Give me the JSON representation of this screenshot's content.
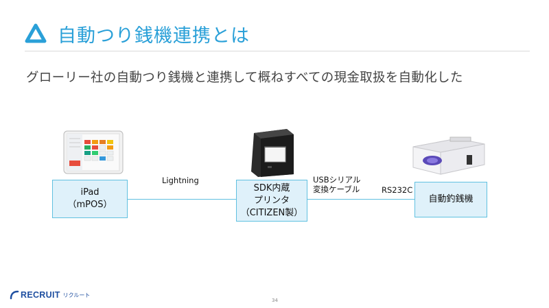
{
  "slide": {
    "title": "自動つり銭機連携とは",
    "subtitle": "グローリー社の自動つり銭機と連携して概ねすべての現金取扱を自動化した",
    "page_number": "34"
  },
  "diagram": {
    "ipad": {
      "line1": "iPad",
      "line2": "（mPOS）"
    },
    "printer": {
      "line1": "SDK内蔵",
      "line2": "プリンタ",
      "line3": "（CITIZEN製）"
    },
    "machine": {
      "label": "自動釣銭機"
    },
    "connections": {
      "lightning": "Lightning",
      "usb_line1": "USBシリアル",
      "usb_line2": "変換ケーブル",
      "rs232c": "RS232C"
    }
  },
  "footer": {
    "brand": "RECRUIT",
    "brand_kana": "リクルート"
  },
  "colors": {
    "accent": "#2aa0d8",
    "box_fill": "#dff1fa",
    "box_border": "#5fc0e0",
    "brand": "#1f4fa0"
  },
  "icons": [
    "triangle-logo-icon",
    "ipad-photo",
    "printer-photo",
    "change-machine-photo",
    "recruit-logo-icon"
  ]
}
